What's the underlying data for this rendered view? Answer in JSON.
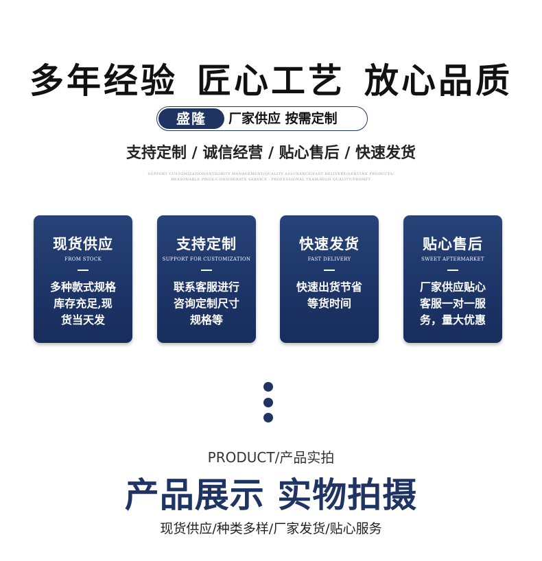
{
  "headline": [
    "多年经验",
    "匠心工艺",
    "放心品质"
  ],
  "badge": {
    "brand": "盛隆",
    "text": "厂家供应 按需定制"
  },
  "subline": "支持定制 / 诚信经营 / 贴心售后 / 快速发货",
  "tiny_lines": [
    "SUPPORT CUSTOMIZATION/INTEGRITY MANAGEMENT/QUALITY ASSURANCE/FAST DELIVERY/GENUINE PRODUCTS/",
    "REASONABLE PRICE/CONSIDERATE SERVICE · PROFESSIONAL TEAM/HIGH QUALITY/PROMPT"
  ],
  "cards": [
    {
      "title": "现货供应",
      "subtitle": "FROM STOCK",
      "desc": [
        "多种款式规格",
        "库存充足,现",
        "货当天发"
      ]
    },
    {
      "title": "支持定制",
      "subtitle": "SUPPORT FOR CUSTOMIZATION",
      "desc": [
        "联系客服进行",
        "咨询定制尺寸",
        "规格等"
      ]
    },
    {
      "title": "快速发货",
      "subtitle": "FAST DELIVERY",
      "desc": [
        "快速出货节省",
        "等货时间"
      ]
    },
    {
      "title": "贴心售后",
      "subtitle": "SWEET AFTERMARKET",
      "desc": [
        "厂家供应贴心",
        "客服一对一服",
        "务，量大优惠"
      ]
    }
  ],
  "product": {
    "label": "PRODUCT/产品实拍",
    "title": "产品展示 实物拍摄",
    "subtitle": "现货供应/种类多样/厂家发货/贴心服务"
  },
  "colors": {
    "navy": "#1f3463",
    "card_top": "#274377",
    "card_bottom": "#172d5c"
  },
  "icons": [
    "vertical-dots-icon"
  ]
}
